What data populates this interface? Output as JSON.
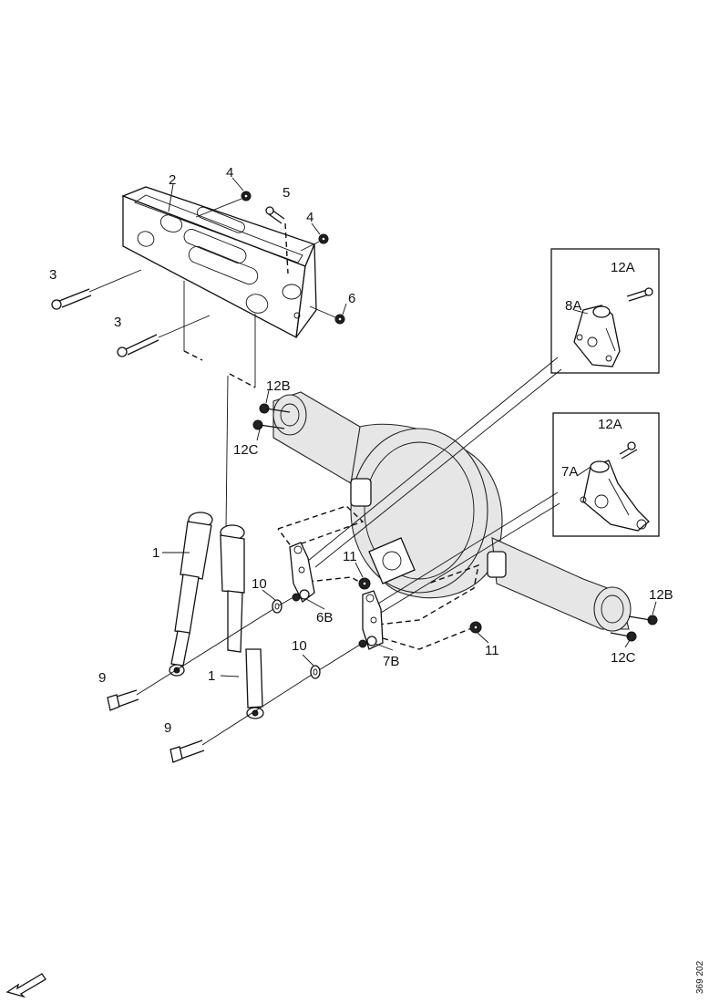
{
  "callouts": {
    "c1a": "1",
    "c1b": "1",
    "c2": "2",
    "c3a": "3",
    "c3b": "3",
    "c4a": "4",
    "c4b": "4",
    "c5": "5",
    "c6": "6",
    "c6b": "6B",
    "c7b": "7B",
    "c8a": "8A",
    "c7a": "7A",
    "c9a": "9",
    "c9b": "9",
    "c10a": "10",
    "c10b": "10",
    "c11a": "11",
    "c11b": "11",
    "c12a_top": "12A",
    "c12a_mid": "12A",
    "c12b_left": "12B",
    "c12b_right": "12B",
    "c12c_left": "12C",
    "c12c_right": "12C"
  },
  "drawing_code": "369 202",
  "icons": {
    "direction_arrow": "direction-arrow-icon"
  }
}
